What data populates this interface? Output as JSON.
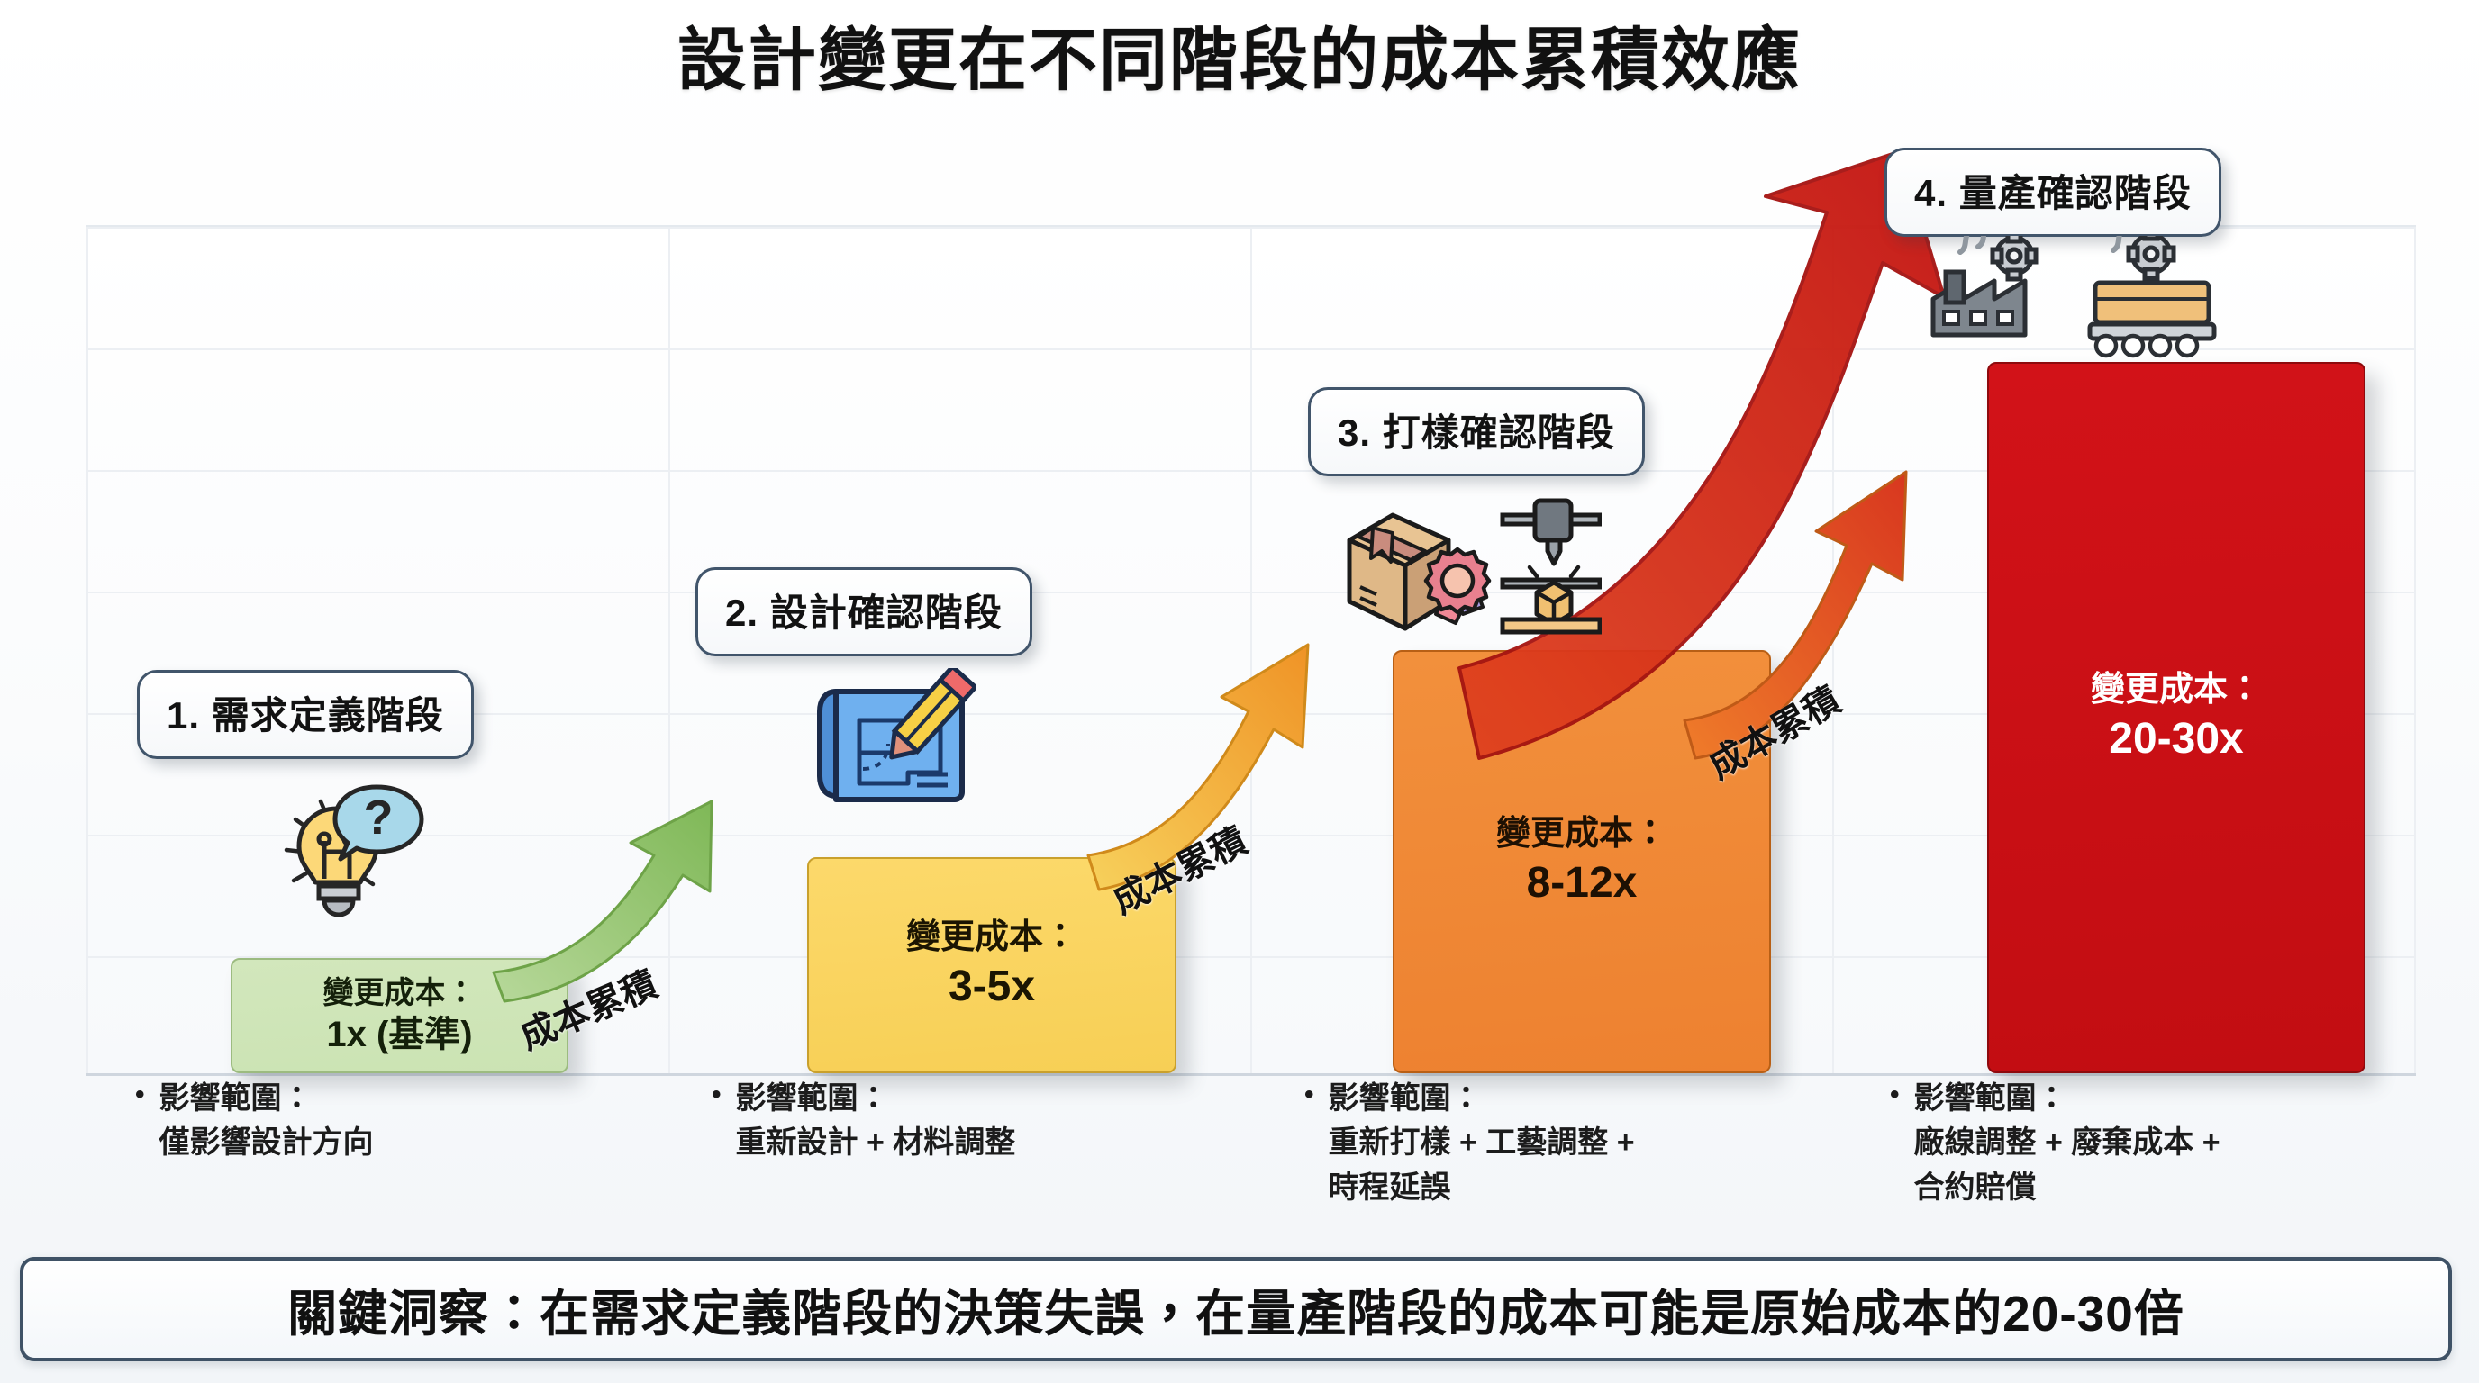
{
  "title": "設計變更在不同階段的成本累積效應",
  "chart_data": {
    "type": "bar",
    "title": "設計變更在不同階段的成本累積效應",
    "xlabel": "",
    "ylabel": "",
    "categories": [
      "1. 需求定義階段",
      "2. 設計確認階段",
      "3. 打樣確認階段",
      "4. 量產確認階段"
    ],
    "values": [
      1,
      4,
      10,
      25
    ],
    "value_labels": [
      "1x (基準)",
      "3-5x",
      "8-12x",
      "20-30x"
    ],
    "ylim": [
      0,
      30
    ],
    "grid": true,
    "legend": "none",
    "bar_colors": [
      "#cde3b4",
      "#f9d25c",
      "#ef8531",
      "#c80f14"
    ],
    "annotations": [
      "成本累積",
      "成本累積",
      "成本累積"
    ]
  },
  "stages": [
    {
      "pill": "1. 需求定義階段",
      "cost_label": "變更成本：",
      "cost_value": "1x (基準)",
      "icon": "lightbulb-question-icon",
      "bullet_head": "影響範圍：",
      "bullet_lines": [
        "僅影響設計方向"
      ],
      "color": "#cde3b4"
    },
    {
      "pill": "2. 設計確認階段",
      "cost_label": "變更成本：",
      "cost_value": "3-5x",
      "icon": "blueprint-pencil-icon",
      "bullet_head": "影響範圍：",
      "bullet_lines": [
        "重新設計 + 材料調整"
      ],
      "color": "#f9d25c"
    },
    {
      "pill": "3. 打樣確認階段",
      "cost_label": "變更成本：",
      "cost_value": "8-12x",
      "icon": "package-badge-3dprinter-icon",
      "bullet_head": "影響範圍：",
      "bullet_lines": [
        "重新打樣 + 工藝調整 +",
        "時程延誤"
      ],
      "color": "#ef8531"
    },
    {
      "pill": "4. 量產確認階段",
      "cost_label": "變更成本：",
      "cost_value": "20-30x",
      "icon": "factory-conveyor-icon",
      "bullet_head": "影響範圍：",
      "bullet_lines": [
        "廠線調整 + 廢棄成本 +",
        "合約賠償"
      ],
      "color": "#c80f14"
    }
  ],
  "arrow_labels": [
    "成本累積",
    "成本累積",
    "成本累積"
  ],
  "bullet_marker": "•",
  "banner": {
    "text": "關鍵洞察：在需求定義階段的決策失誤，在量產階段的成本可能是原始成本的20-30倍"
  },
  "colors": {
    "stage1": "#cde3b4",
    "stage2": "#f9d25c",
    "stage3": "#ef8531",
    "stage4": "#c80f14",
    "arrow_start": "#8cc06a",
    "arrow_mid": "#f3b43c",
    "arrow_end": "#d6301f",
    "outline": "#3f5266",
    "text": "#111111"
  }
}
